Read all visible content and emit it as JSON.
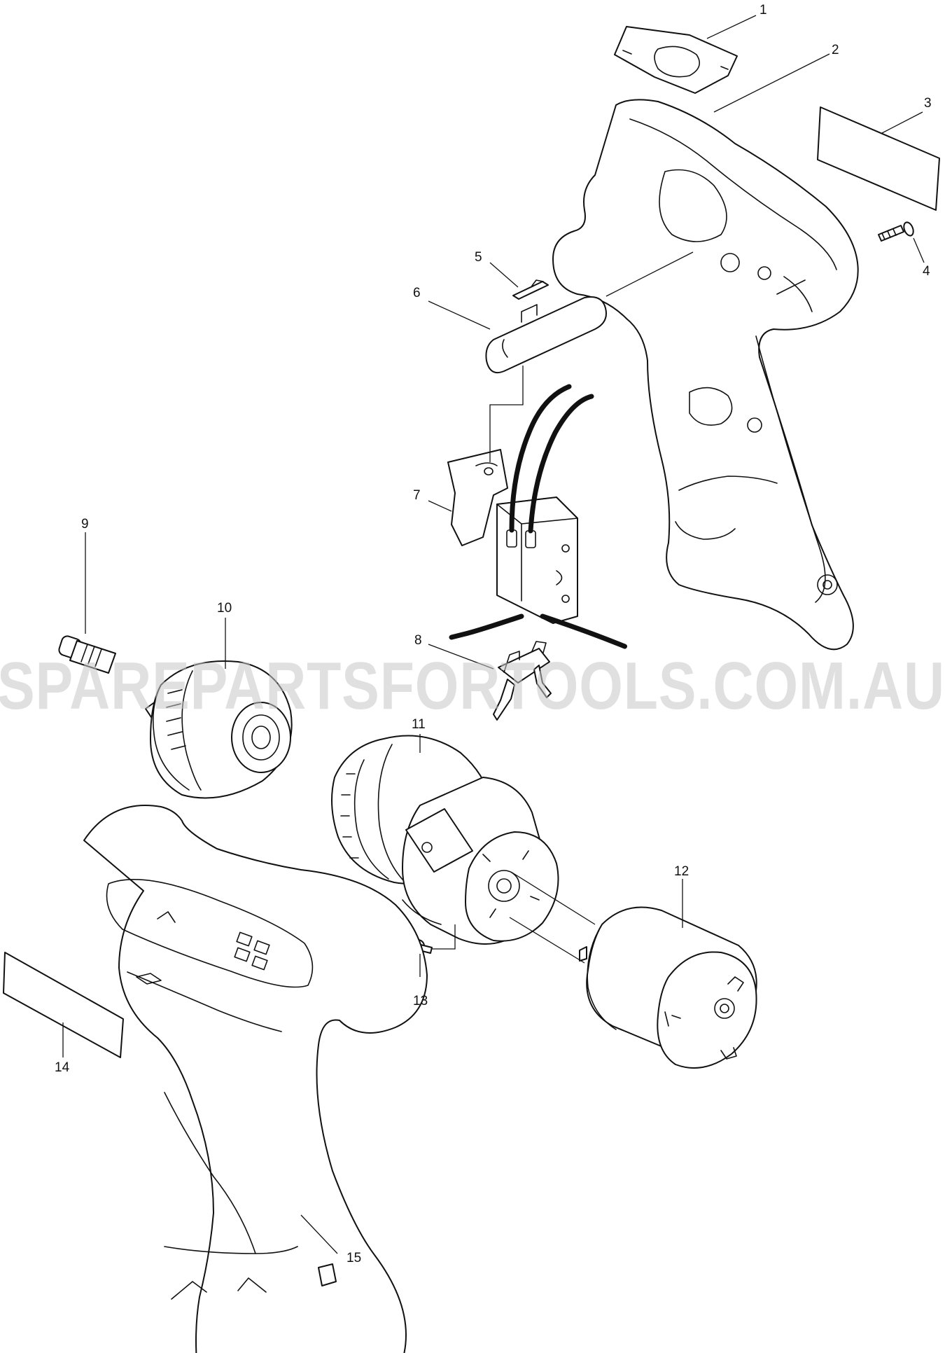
{
  "watermark": "SPAREPARTSFORTOOLS.COM.AU",
  "callouts": {
    "c1": "1",
    "c2": "2",
    "c3": "3",
    "c4": "4",
    "c5": "5",
    "c6": "6",
    "c7": "7",
    "c8": "8",
    "c9": "9",
    "c10": "10",
    "c11": "11",
    "c12": "12",
    "c13": "13",
    "c14": "14",
    "c15": "15"
  },
  "colors": {
    "line": "#111111",
    "watermark": "#c8c8c8",
    "background": "#ffffff"
  }
}
